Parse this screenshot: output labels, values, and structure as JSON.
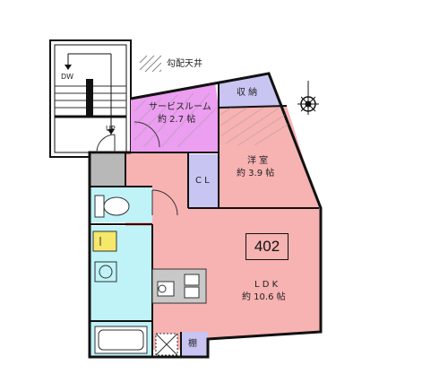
{
  "legend": {
    "sloped_ceiling": "勾配天井"
  },
  "stairs": {
    "down": "DW",
    "up": "UP"
  },
  "rooms": {
    "service_room": {
      "name": "サービスルーム",
      "area": "約 2.7 帖"
    },
    "storage": {
      "name": "収 納"
    },
    "western": {
      "name": "洋 室",
      "area": "約 3.9 帖"
    },
    "closet": {
      "name": "C L"
    },
    "ldk": {
      "name": "L D K",
      "area": "約 10.6 帖"
    },
    "shelf": {
      "name": "棚"
    }
  },
  "unit_number": "402",
  "colors": {
    "ldk_pink": "#f7b2b2",
    "service_purple": "#ec9ef0",
    "wet_area_cyan": "#bff3f8",
    "closet_blue": "#c8c5f3",
    "entrance_gray": "#b8b8b8",
    "wall": "#111111"
  }
}
